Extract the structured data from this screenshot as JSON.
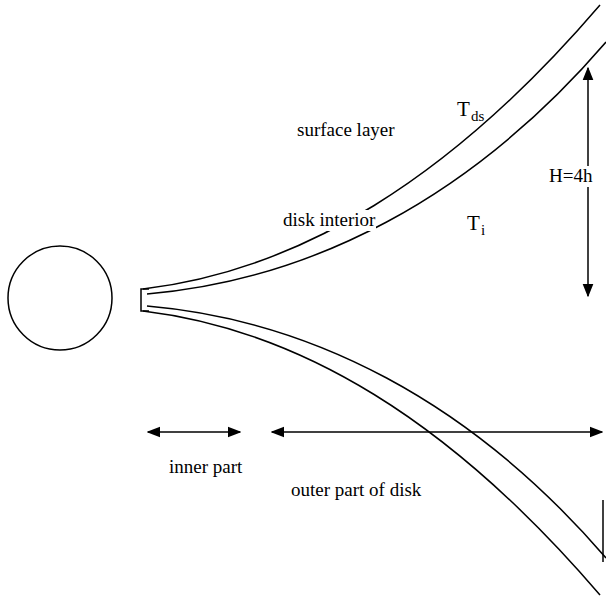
{
  "diagram": {
    "labels": [
      "T",
      "ds",
      "surface layer",
      "H=4h",
      "disk interior",
      "T",
      "i",
      "inner part",
      "outer part of disk"
    ]
  }
}
